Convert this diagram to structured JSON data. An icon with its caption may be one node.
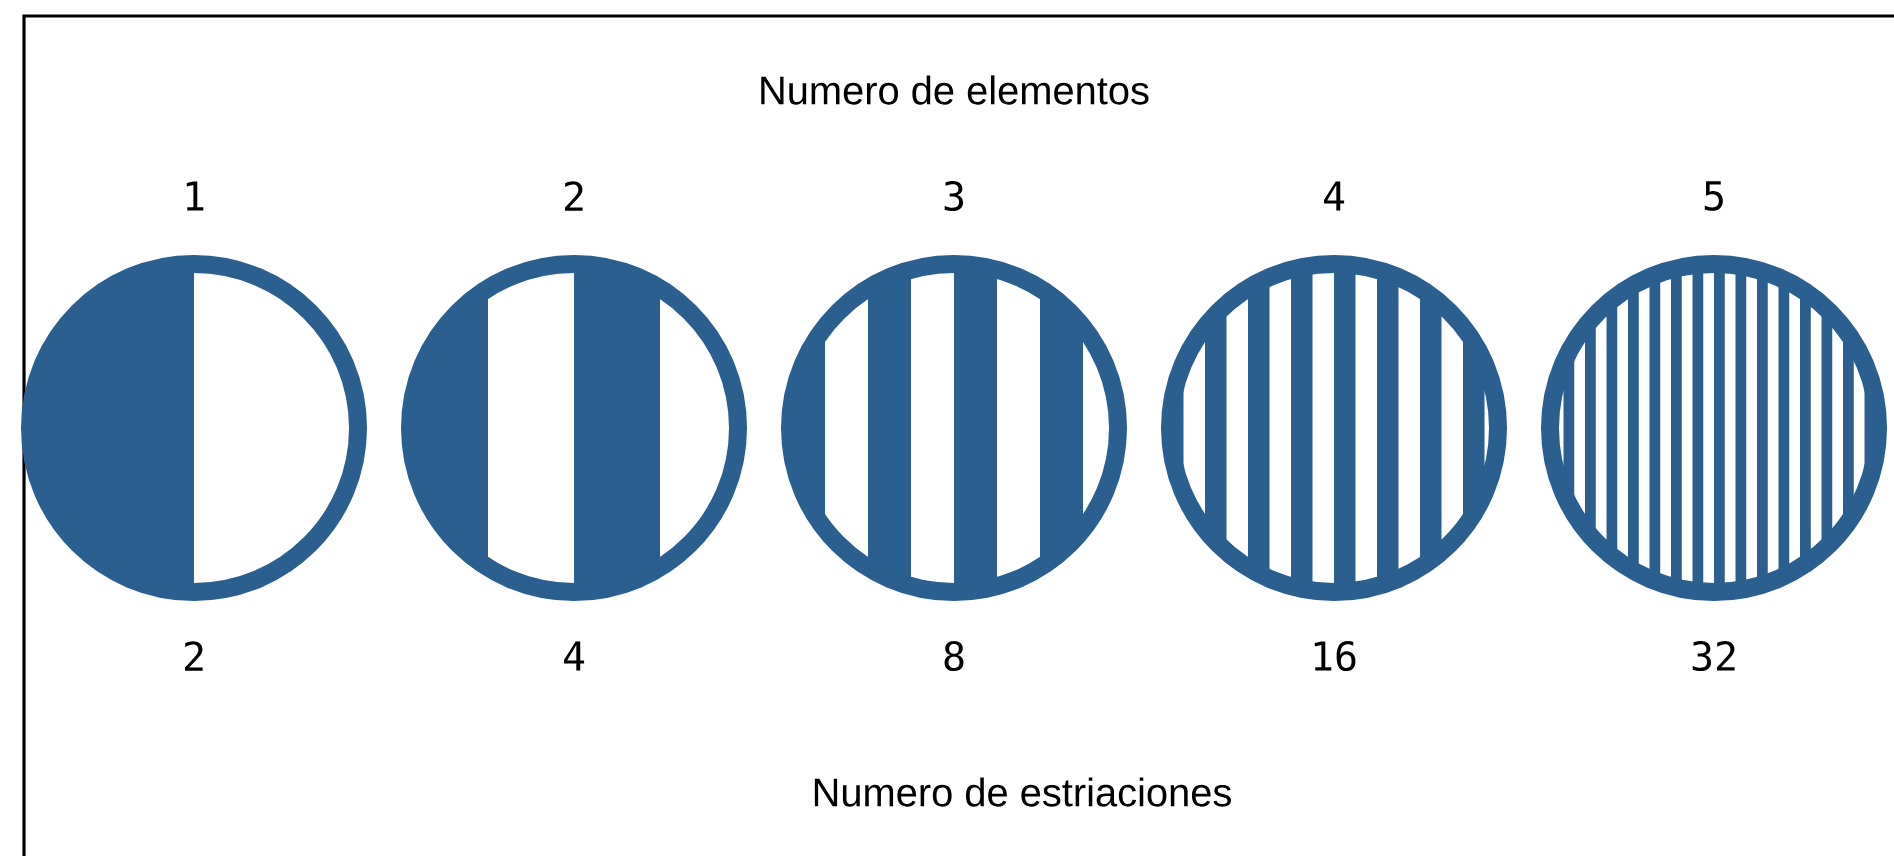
{
  "diagram": {
    "labels": [
      "Numero de elementos",
      "1",
      "2",
      "3",
      "4",
      "5",
      "2",
      "4",
      "8",
      "16",
      "32",
      "Numero de estriaciones"
    ]
  }
}
